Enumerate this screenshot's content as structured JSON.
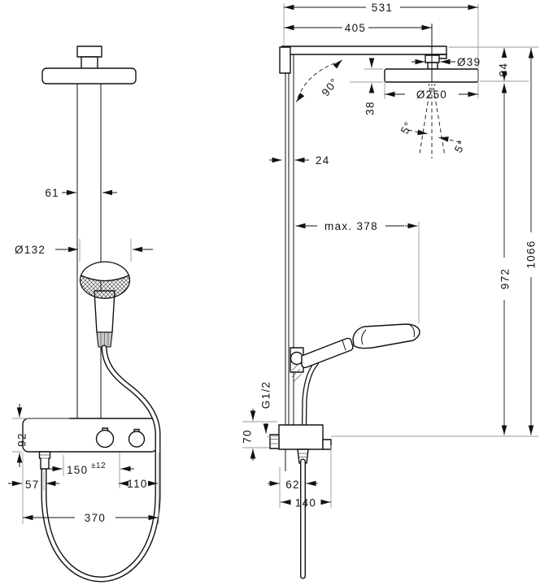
{
  "drawing": {
    "type": "technical dimensional drawing, shower pipe system, front and side view",
    "line_color": "#111111",
    "extension_line_color": "#9a9a9a",
    "background": "#ffffff"
  },
  "views": {
    "front": {
      "bar_width": "61",
      "hand_shower_diameter": "Ø132",
      "valve_height": "92",
      "supply_spacing": "150",
      "supply_spacing_tolerance": "±12",
      "hose_connection_offset": "57",
      "handle_offset": "110",
      "valve_width": "370"
    },
    "side": {
      "arm_projection_overall": "531",
      "arm_projection_to_stud": "405",
      "stud_diameter": "Ø39",
      "head_drop": "94",
      "head_plate_thickness": "38",
      "head_plate_diameter": "Ø250",
      "arm_angle": "90°",
      "spray_angle_left": "5°",
      "spray_angle_right": "5°",
      "bar_depth": "24",
      "hand_shower_reach": "max. 378",
      "bar_height": "972",
      "overall_height": "1066",
      "connection_thread": "G1/2",
      "connection_offset": "70",
      "hose_outlet_offset": "62",
      "holder_projection": "140"
    }
  }
}
